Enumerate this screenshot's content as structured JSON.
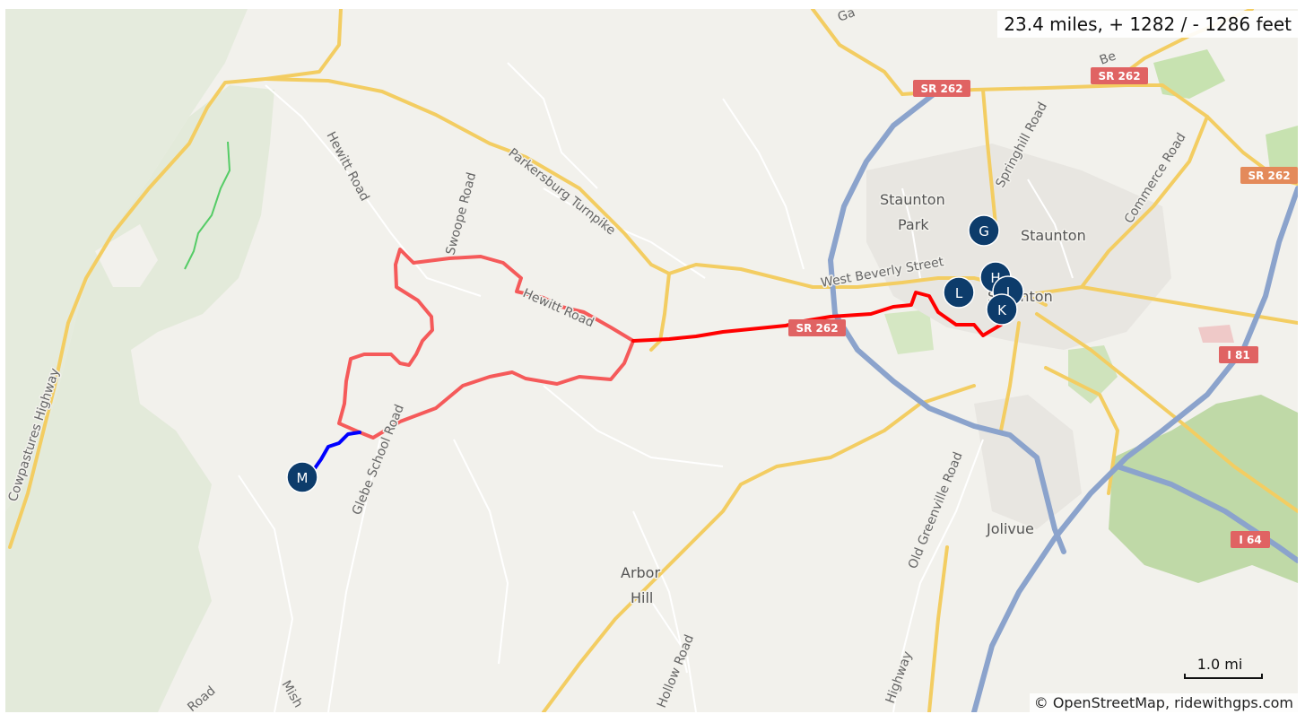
{
  "summary": {
    "route_stats": "23.4 miles, + 1282 / - 1286 feet"
  },
  "places": {
    "staunton_park": "Staunton",
    "staunton_park_2": "Park",
    "staunton": "Staunton",
    "staunton_center": "Staunton",
    "jolivue": "Jolivue",
    "arbor": "Arbor",
    "hill": "Hill"
  },
  "roads": {
    "hewitt_road_north": "Hewitt Road",
    "swoope_road": "Swoope Road",
    "parkersburg_turnpike": "Parkersburg Turnpike",
    "hewitt_road_east": "Hewitt Road",
    "west_beverly_street": "West Beverly Street",
    "springhill_road": "Springhill Road",
    "commerce_road": "Commerce Road",
    "glebe_school_road": "Glebe School Road",
    "old_greenville_road": "Old Greenville Road",
    "hollow_road": "Hollow Road",
    "cowpastures_highway": "Cowpastures Highway",
    "lee_highway": "Highway",
    "sw_road": "Road",
    "mish": "Mish",
    "top_ga": "Ga",
    "top_be": "Be"
  },
  "shields": {
    "sr262_a": "SR 262",
    "sr262_b": "SR 262",
    "sr262_c": "SR 262",
    "sr262_d": "SR 262",
    "i81": "I 81",
    "i64": "I 64"
  },
  "markers": {
    "g": "G",
    "h": "H",
    "i": "I",
    "k": "K",
    "l": "L",
    "m": "M"
  },
  "scale": {
    "label": "1.0 mi"
  },
  "attribution": {
    "text": "© OpenStreetMap, ridewithgps.com"
  },
  "colors": {
    "route_main": "#ff0000",
    "route_faded": "#f55a5a",
    "route_end": "#0000ff",
    "marker_fill": "#0d3c6b",
    "road_major": "#f3cd62",
    "interstate": "#8ba3cc",
    "forest": "#e3eada",
    "park": "#c7e2b0",
    "shield_sr": "#e06363",
    "shield_sr_orange": "#e48a5a"
  }
}
